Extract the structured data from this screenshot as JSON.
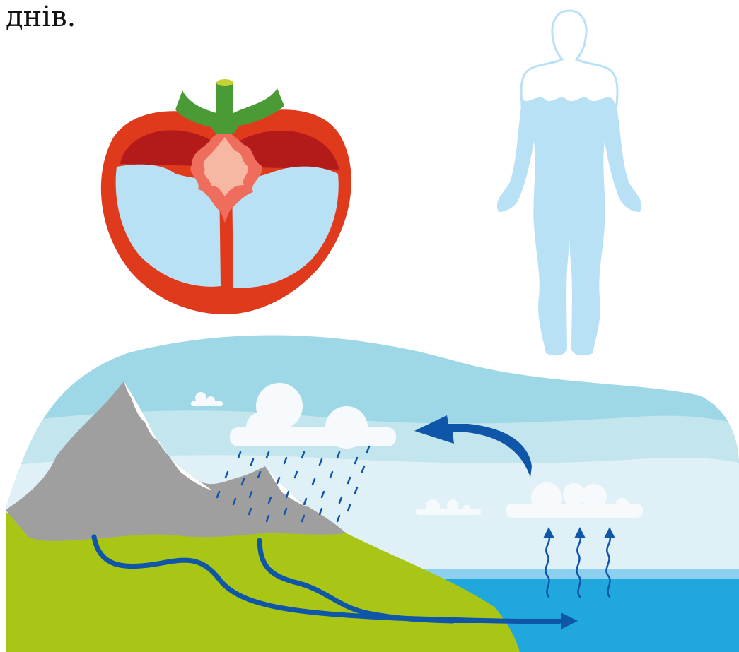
{
  "heading": {
    "text": "днів."
  },
  "illustrations": {
    "tomato": {
      "name": "tomato-cross-section"
    },
    "human": {
      "name": "human-body-water-level"
    },
    "water_cycle": {
      "name": "water-cycle"
    }
  },
  "colors": {
    "water": "#b9e1f6",
    "tomato_skin": "#e03a1c",
    "tomato_flesh": "#b31b1b",
    "tomato_core": "#f4a592",
    "stem": "#4a9a36",
    "sky": "#9ed8e6",
    "sea": "#20a8dd",
    "land": "#a9c616",
    "mountain": "#9f9f9f",
    "river": "#0f56a8",
    "cloud": "#f6fafd"
  }
}
